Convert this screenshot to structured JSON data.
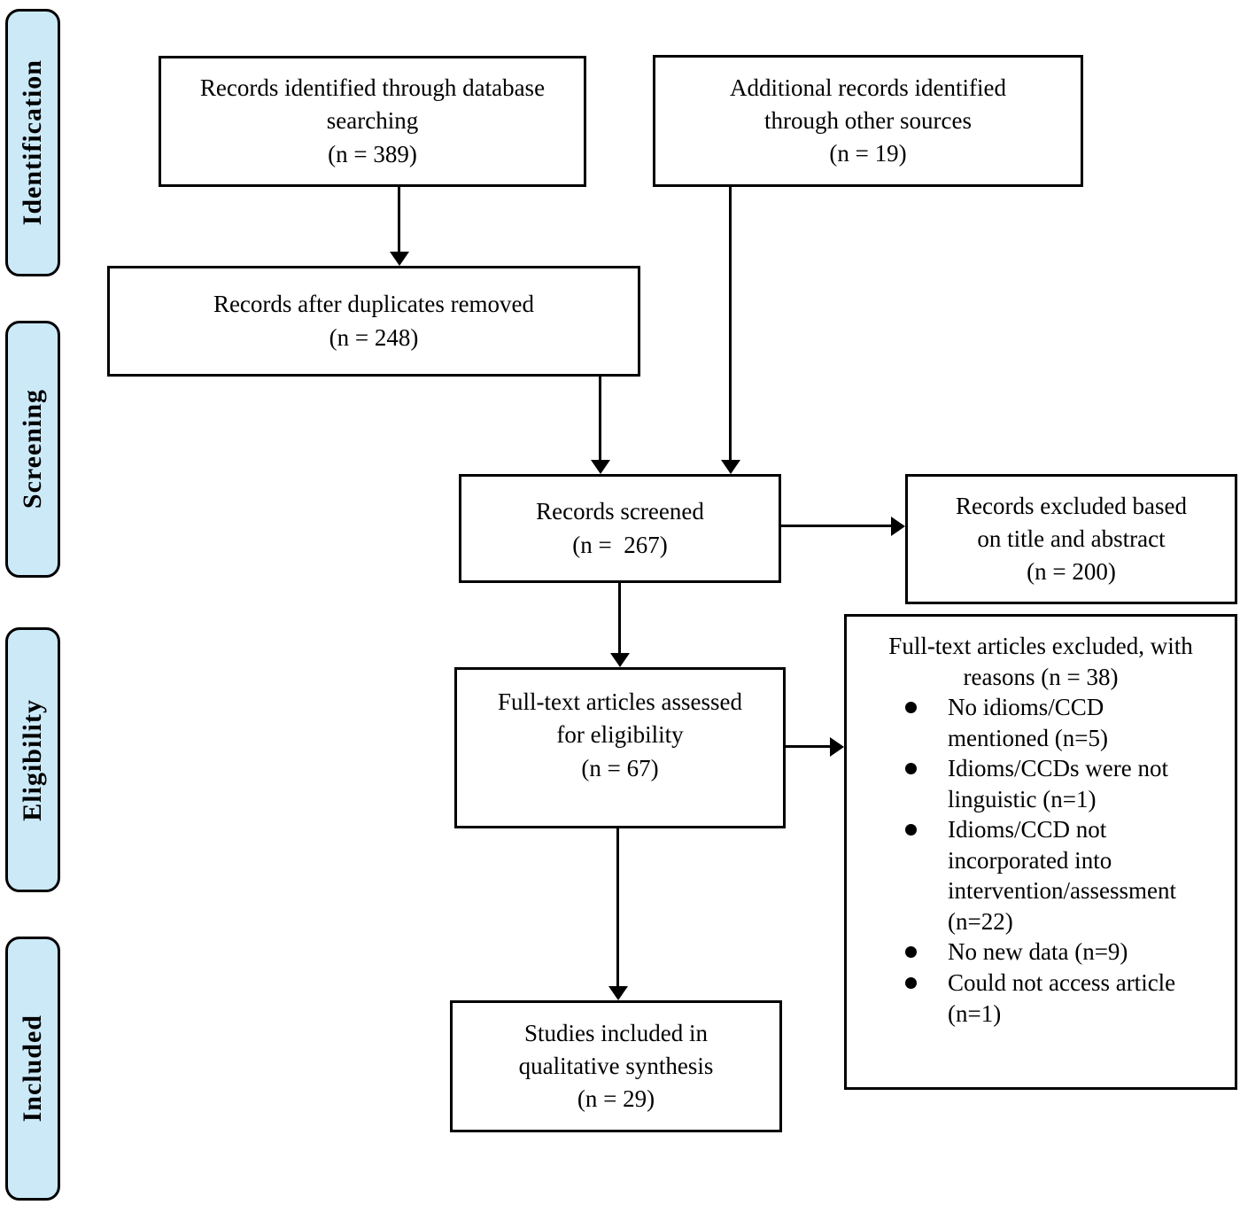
{
  "sidebar": {
    "stages": [
      {
        "label": "Identification"
      },
      {
        "label": "Screening"
      },
      {
        "label": "Eligibility"
      },
      {
        "label": "Included"
      }
    ]
  },
  "boxes": {
    "identified": {
      "title": "Records identified through database\nsearching",
      "count": "(n = 389)"
    },
    "additional": {
      "title": "Additional records identified\nthrough other sources",
      "count": "(n = 19)"
    },
    "deduplicated": {
      "title": "Records after duplicates removed",
      "count": "(n = 248)"
    },
    "screened": {
      "title": "Records screened",
      "count": "(n =  267)"
    },
    "excluded_title_abstract": {
      "title": "Records excluded based\non title and abstract",
      "count": "(n = 200)"
    },
    "fulltext_assessed": {
      "title": "Full-text articles assessed\nfor eligibility",
      "count": "(n = 67)"
    },
    "fulltext_excluded": {
      "title": "Full-text articles excluded, with\nreasons (n = 38)",
      "reasons": [
        "No idioms/CCD\nmentioned (n=5)",
        "Idioms/CCDs were not\nlinguistic (n=1)",
        "Idioms/CCD not\nincorporated into\nintervention/assessment\n(n=22)",
        "No new data (n=9)",
        "Could not access article\n(n=1)"
      ]
    },
    "included_qualitative": {
      "title": "Studies included in\nqualitative synthesis",
      "count": "(n = 29)"
    }
  },
  "colors": {
    "stage_fill": "#cce9f8",
    "line_color": "#000000",
    "background": "#ffffff"
  }
}
